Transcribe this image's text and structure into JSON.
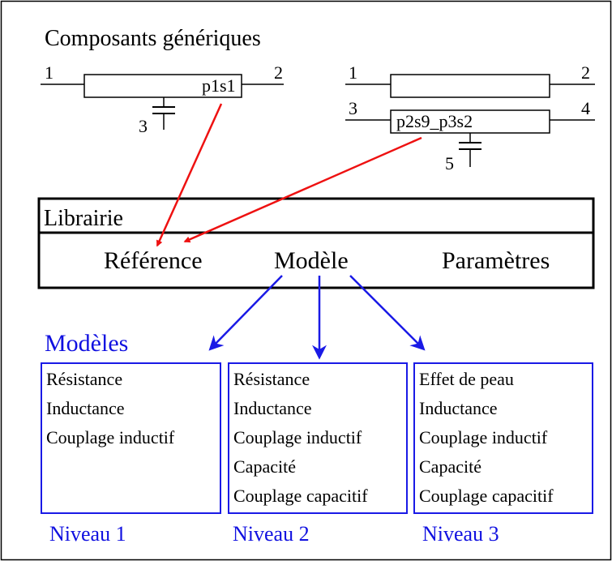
{
  "title": "Composants génériques",
  "component_a": {
    "label": "p1s1",
    "pin_left": "1",
    "pin_right": "2",
    "pin_cap": "3"
  },
  "component_b": {
    "label": "p2s9_p3s2",
    "pin_top_left": "1",
    "pin_top_right": "2",
    "pin_bottom_left": "3",
    "pin_bottom_right": "4",
    "pin_cap": "5"
  },
  "library": {
    "title": "Librairie",
    "fields": [
      "Référence",
      "Modèle",
      "Paramètres"
    ]
  },
  "models": {
    "heading": "Modèles",
    "levels": [
      {
        "name": "Niveau 1",
        "items": [
          "Résistance",
          "Inductance",
          "Couplage inductif"
        ]
      },
      {
        "name": "Niveau 2",
        "items": [
          "Résistance",
          "Inductance",
          "Couplage inductif",
          "Capacité",
          "Couplage capacitif"
        ]
      },
      {
        "name": "Niveau 3",
        "items": [
          "Effet de peau",
          "Inductance",
          "Couplage inductif",
          "Capacité",
          "Couplage capacitif"
        ]
      }
    ]
  },
  "colors": {
    "reference_arrow": "#ee1111",
    "model_arrow": "#1a1ae6",
    "model_box": "#1a1ae6",
    "model_text": "#1010e0"
  }
}
